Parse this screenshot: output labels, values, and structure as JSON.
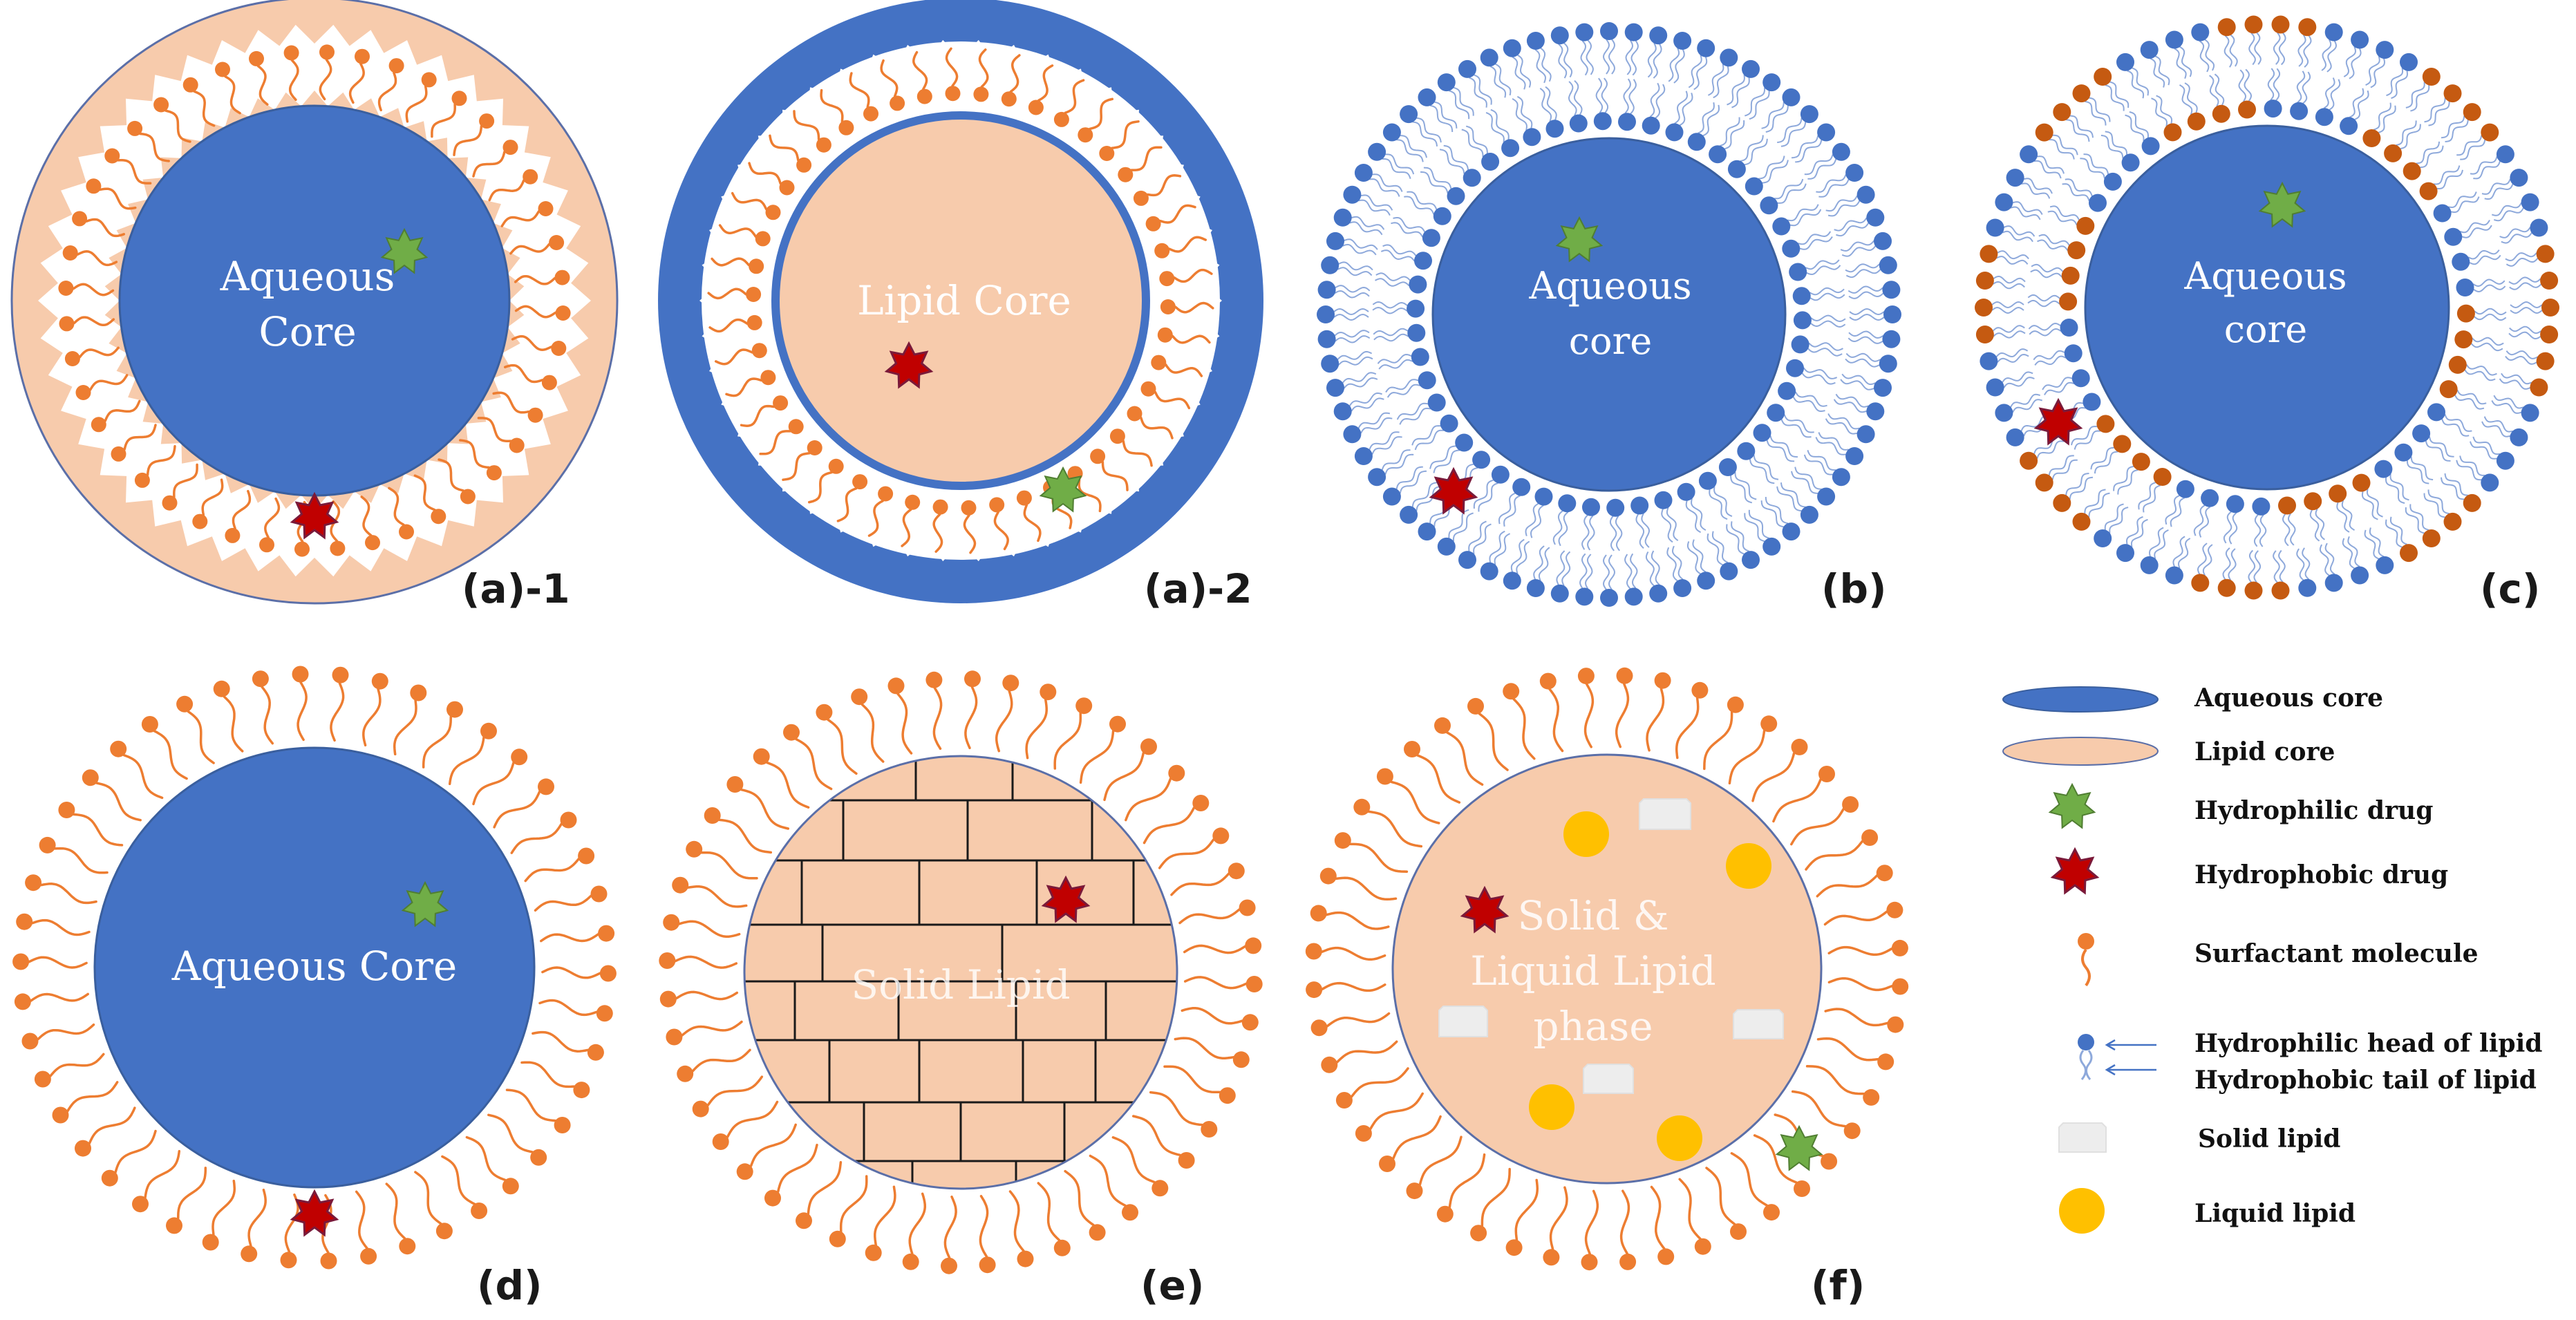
{
  "colors": {
    "aqueous": "#4472c4",
    "lipid": "#f7cbac",
    "surfactant": "#ed7d31",
    "lipid_head_blue": "#4472c4",
    "lipid_tail_blue": "#8ea9db",
    "lipid_head_brown": "#c55a11",
    "hydrophilic_drug": "#70ad47",
    "hydrophobic_drug": "#c00000",
    "liquid_lipid": "#ffc000",
    "solid_lipid": "#ededed",
    "brick_line": "#1a1a1a"
  },
  "panels": {
    "a1": {
      "label": "(a)-1",
      "core_line1": "Aqueous",
      "core_line2": "Core"
    },
    "a2": {
      "label": "(a)-2",
      "core_line1": "Lipid Core"
    },
    "b": {
      "label": "(b)",
      "core_line1": "Aqueous",
      "core_line2": "core"
    },
    "c": {
      "label": "(c)",
      "core_line1": "Aqueous",
      "core_line2": "core"
    },
    "d": {
      "label": "(d)",
      "core_line1": "Aqueous Core"
    },
    "e": {
      "label": "(e)",
      "core_line1": "Solid Lipid"
    },
    "f": {
      "label": "(f)",
      "core_line1": "Solid &",
      "core_line2": "Liquid Lipid",
      "core_line3": "phase"
    }
  },
  "legend": {
    "aqueous_core": "Aqueous core",
    "lipid_core": "Lipid core",
    "hydrophilic_drug": "Hydrophilic drug",
    "hydrophobic_drug": "Hydrophobic drug",
    "surfactant_molecule": "Surfactant molecule",
    "lipid_head": "Hydrophilic head of lipid",
    "lipid_tail": "Hydrophobic tail of lipid",
    "solid_lipid": "Solid lipid",
    "liquid_lipid": "Liquid lipid"
  },
  "icons": [
    "hydrophilic-drug-icon",
    "hydrophobic-drug-icon",
    "surfactant-icon",
    "phospholipid-icon",
    "solid-lipid-icon",
    "liquid-lipid-icon"
  ]
}
